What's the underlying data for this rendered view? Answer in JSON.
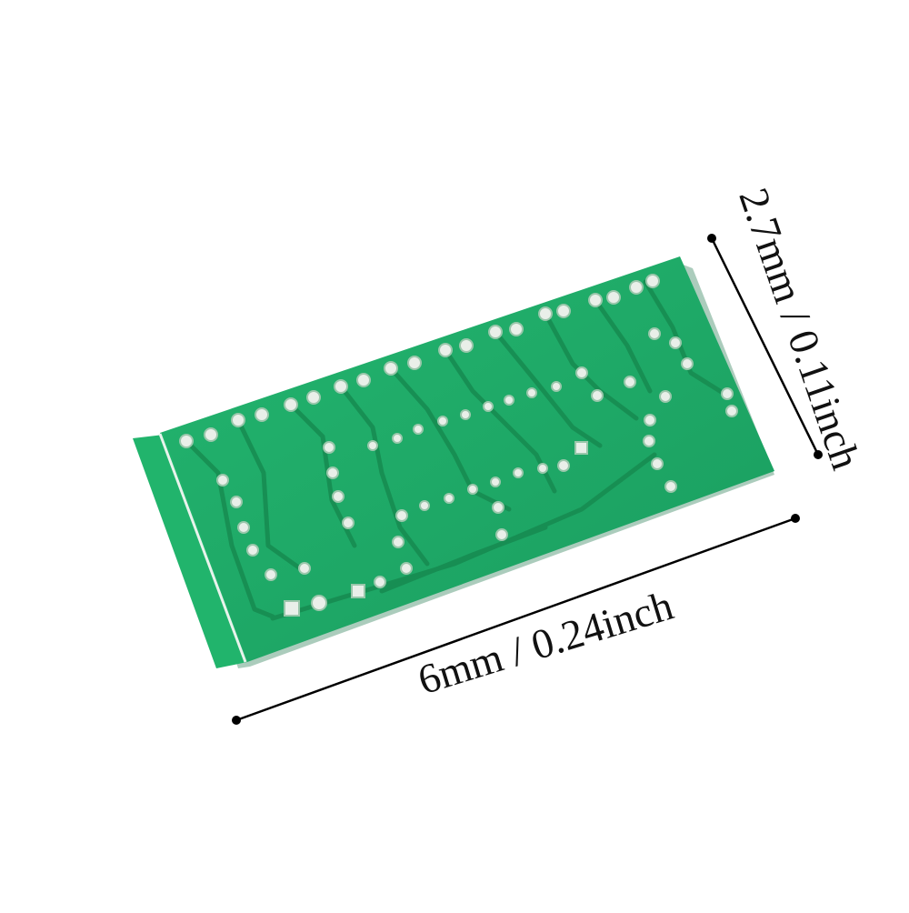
{
  "product": {
    "name": "green-pcb-board",
    "board_color": "#1fa868",
    "trace_color": "#189459",
    "pad_color": "#e9efe9"
  },
  "dimensions": {
    "length_label": "6mm / 0.24inch",
    "height_label": "2.7mm / 0.11inch",
    "line_color": "#000000"
  }
}
